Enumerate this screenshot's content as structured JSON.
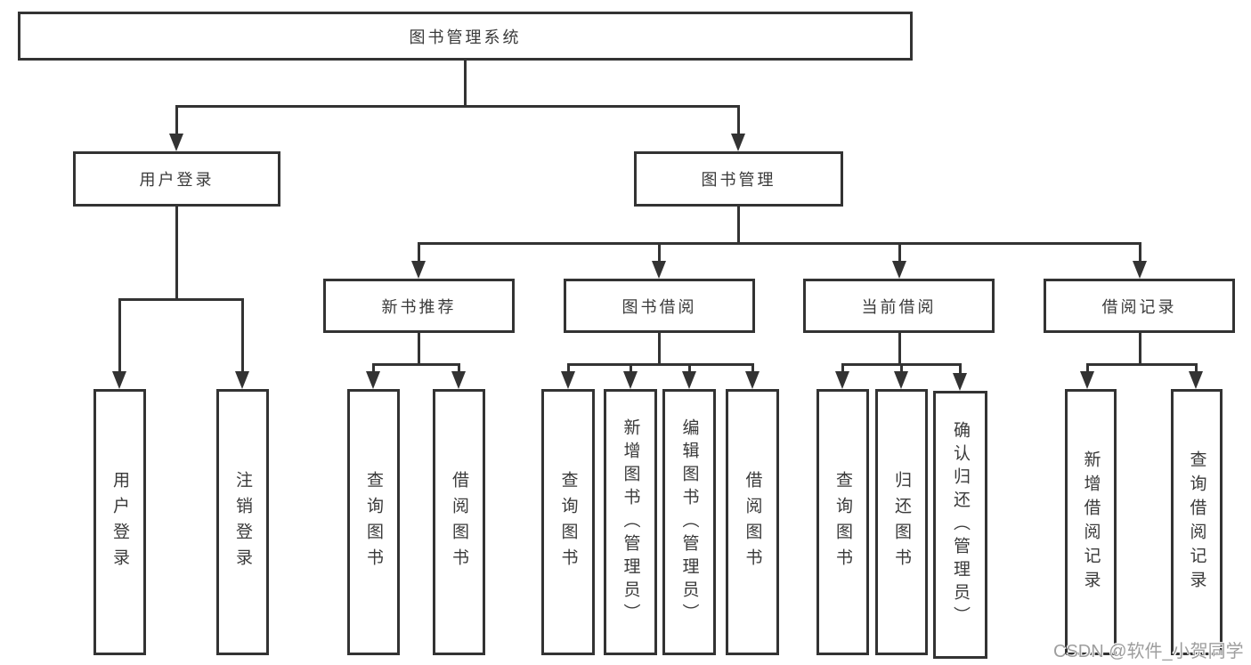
{
  "diagram": {
    "title": "图书管理系统",
    "nodes": {
      "root": {
        "label": "图书管理系统"
      },
      "user_login": {
        "label": "用户登录"
      },
      "book_mgmt": {
        "label": "图书管理"
      },
      "login_user": {
        "label": "用户登录"
      },
      "login_logout": {
        "label": "注销登录"
      },
      "new_books": {
        "label": "新书推荐"
      },
      "book_borrow": {
        "label": "图书借阅"
      },
      "current_borrow": {
        "label": "当前借阅"
      },
      "borrow_records": {
        "label": "借阅记录"
      },
      "nb_query": {
        "label": "查询图书"
      },
      "nb_borrow": {
        "label": "借阅图书"
      },
      "bb_query": {
        "label": "查询图书"
      },
      "bb_add": {
        "label": "新增图书（管理员）"
      },
      "bb_edit": {
        "label": "编辑图书（管理员）"
      },
      "bb_borrow": {
        "label": "借阅图书"
      },
      "cb_query": {
        "label": "查询图书"
      },
      "cb_return": {
        "label": "归还图书"
      },
      "cb_confirm": {
        "label": "确认归还（管理员）"
      },
      "br_add": {
        "label": "新增借阅记录"
      },
      "br_query": {
        "label": "查询借阅记录"
      }
    },
    "hierarchy": {
      "图书管理系统": {
        "用户登录": [
          "用户登录",
          "注销登录"
        ],
        "图书管理": {
          "新书推荐": [
            "查询图书",
            "借阅图书"
          ],
          "图书借阅": [
            "查询图书",
            "新增图书（管理员）",
            "编辑图书（管理员）",
            "借阅图书"
          ],
          "当前借阅": [
            "查询图书",
            "归还图书",
            "确认归还（管理员）"
          ],
          "借阅记录": [
            "新增借阅记录",
            "查询借阅记录"
          ]
        }
      }
    },
    "colors": {
      "line": "#333333",
      "text": "#3a3a3a",
      "box_background": "#ffffff",
      "watermark": "#9e9e9e",
      "background": "#ffffff"
    }
  },
  "watermark": {
    "text": "CSDN @软件_小贺同学"
  }
}
